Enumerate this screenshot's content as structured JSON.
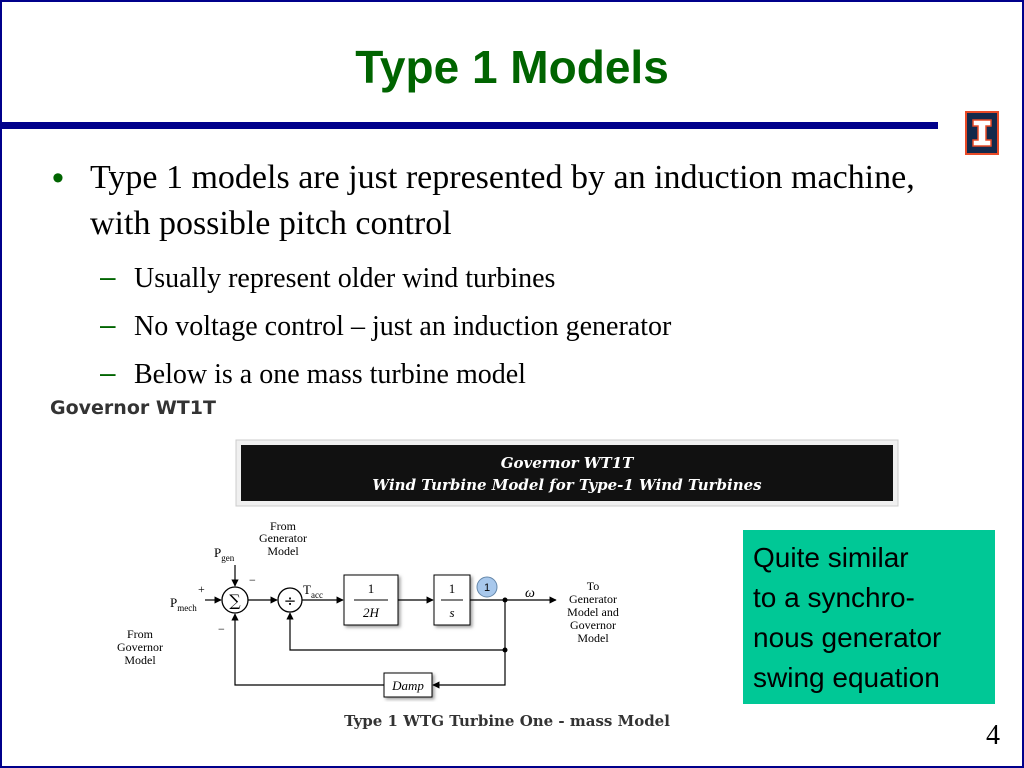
{
  "slide": {
    "title": "Type 1 Models",
    "page_number": "4",
    "bullets": [
      {
        "text": "Type 1 models are just represented by an induction machine, with possible pitch control",
        "sub": [
          "Usually represent older wind turbines",
          "No voltage control – just an induction generator",
          "Below is a one mass turbine model"
        ]
      }
    ],
    "note_lines": [
      "Quite similar",
      "to a synchro-",
      "nous generator",
      "swing equation"
    ],
    "logo": {
      "icon": "university-block-i-icon",
      "background": "#13294b",
      "border": "#e84a27"
    }
  },
  "diagram": {
    "heading": "Governor WT1T",
    "banner_line1": "Governor WT1T",
    "banner_line2": "Wind Turbine Model for Type-1 Wind Turbines",
    "from_generator_line1": "From",
    "from_generator_line2": "Generator",
    "from_generator_line3": "Model",
    "pgen_main": "P",
    "pgen_sub": "gen",
    "pmech_main": "P",
    "pmech_sub": "mech",
    "from_governor_line1": "From",
    "from_governor_line2": "Governor",
    "from_governor_line3": "Model",
    "sum_symbol": "∑",
    "divide_symbol": "÷",
    "plus_sign": "+",
    "minus_top": "−",
    "minus_bottom": "−",
    "tacc_main": "T",
    "tacc_sub": "acc",
    "block1_num": "1",
    "block1_den": "2H",
    "block2_num": "1",
    "block2_den": "s",
    "state_label": "1",
    "omega": "ω",
    "to_generator_line1": "To",
    "to_generator_line2": "Generator",
    "to_generator_line3": "Model and",
    "to_generator_line4": "Governor",
    "to_generator_line5": "Model",
    "damp_label": "Damp",
    "caption": "Type 1 WTG Turbine One - mass Model"
  },
  "colors": {
    "title_green": "#006400",
    "rule_navy": "#00008b",
    "note_bg": "#00c896",
    "banner_bg": "#111111",
    "state_circle": "#a8c8ec"
  }
}
